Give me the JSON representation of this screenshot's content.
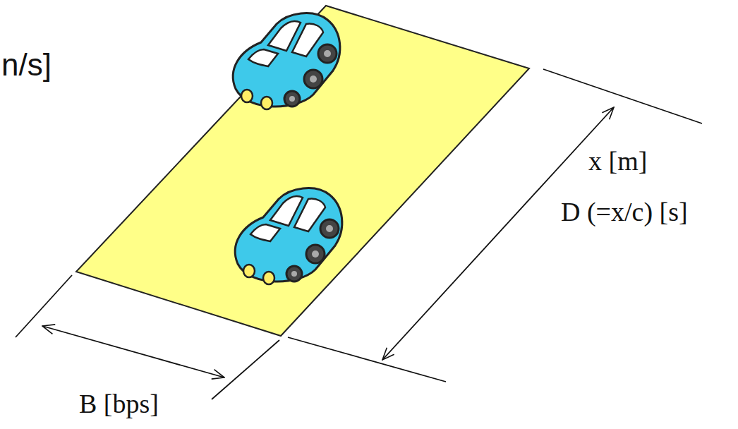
{
  "diagram": {
    "labels": [
      "n/s]",
      "x [m]",
      "D (=x/c) [s]",
      "B [bps]"
    ]
  }
}
